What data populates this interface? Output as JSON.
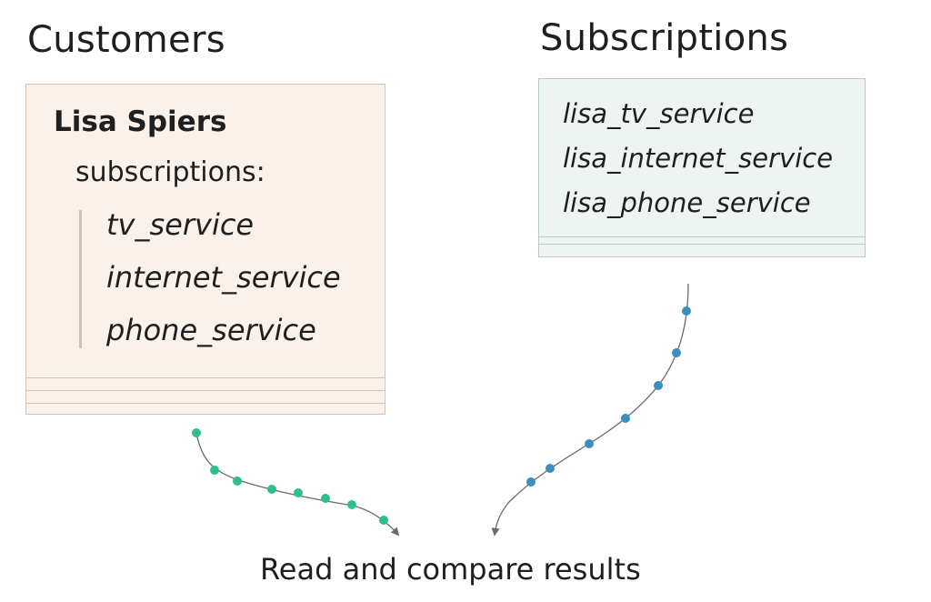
{
  "customers": {
    "title": "Customers",
    "customer_name": "Lisa Spiers",
    "subscriptions_label": "subscriptions:",
    "items": [
      "tv_service",
      "internet_service",
      "phone_service"
    ],
    "box_color": "#f9f1ea"
  },
  "subscriptions": {
    "title": "Subscriptions",
    "items": [
      "lisa_tv_service",
      "lisa_internet_service",
      "lisa_phone_service"
    ],
    "box_color": "#eef4f1"
  },
  "flows": {
    "customers_flow_color": "#2fbf8a",
    "subscriptions_flow_color": "#3a8fbf",
    "arrow_color": "#6b6b6b"
  },
  "caption": "Read and compare results"
}
